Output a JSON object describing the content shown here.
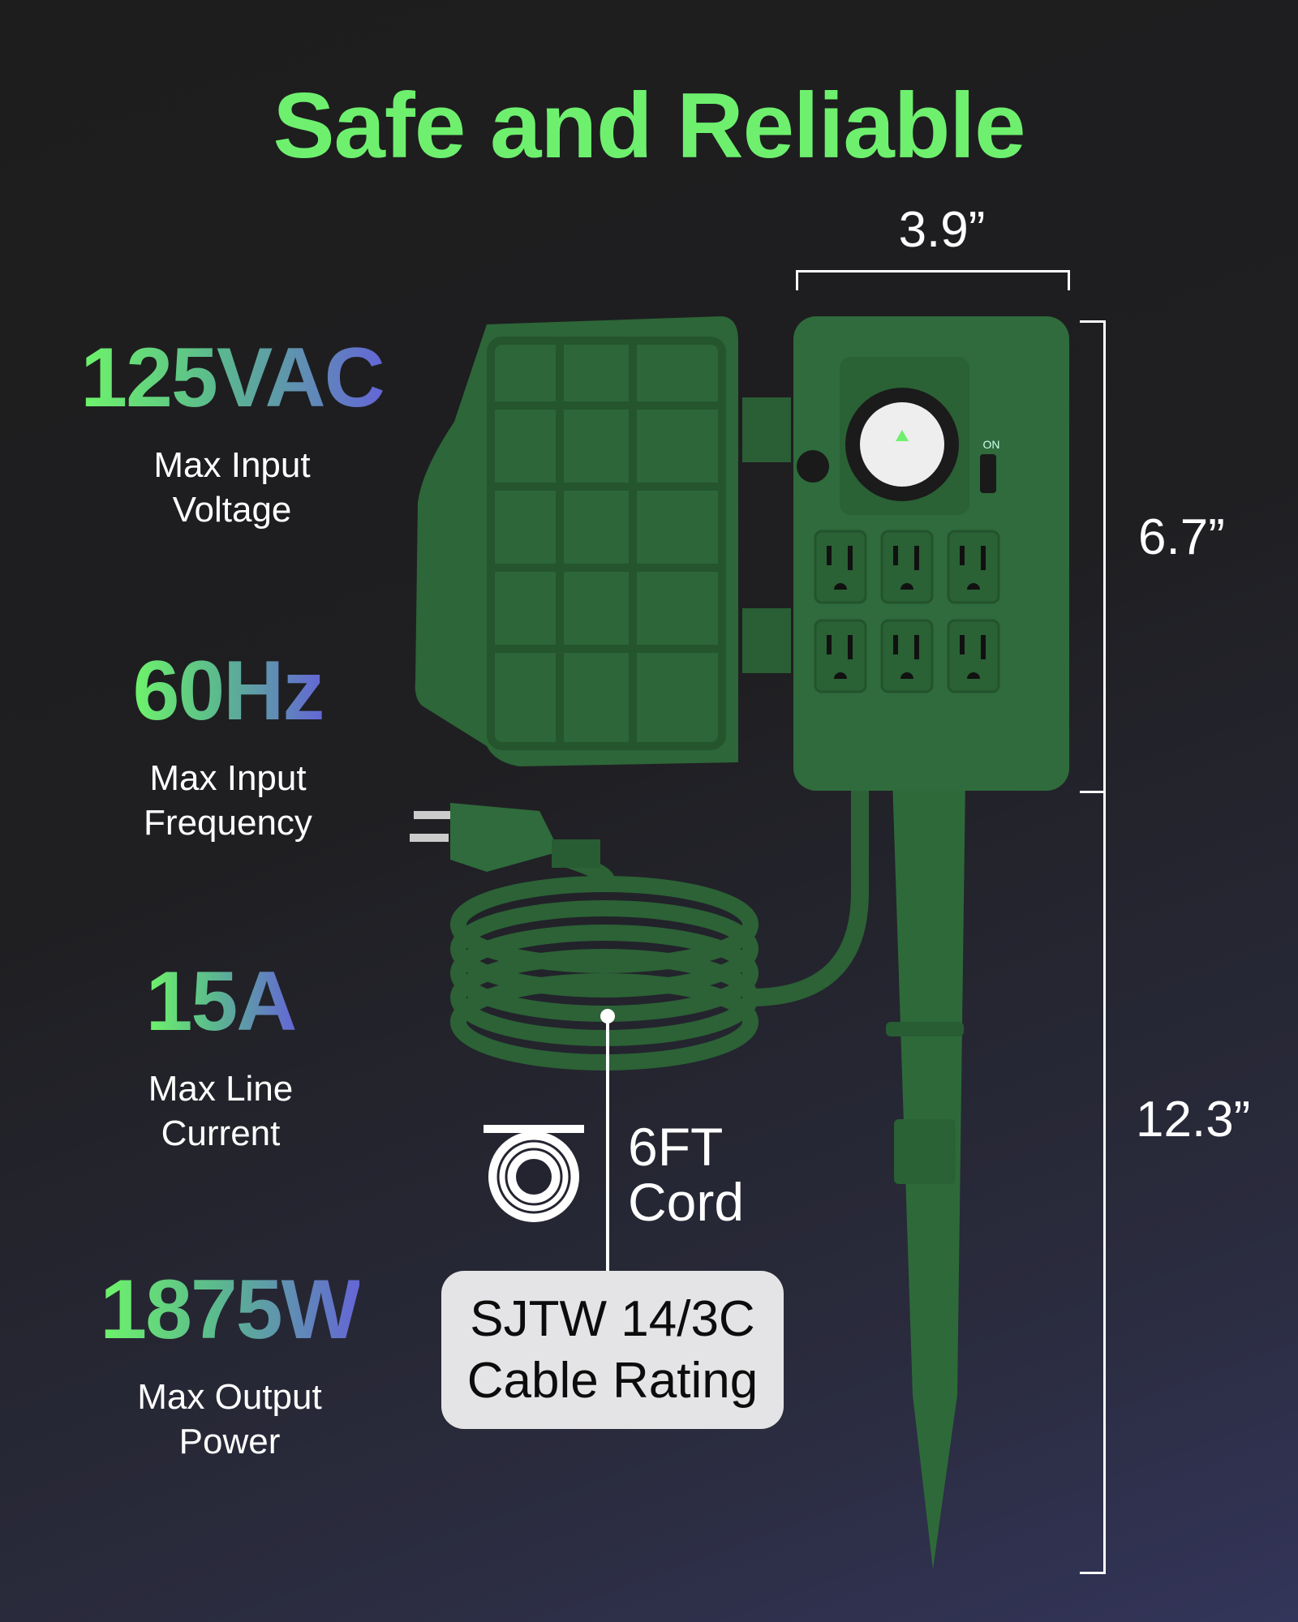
{
  "title": "Safe and Reliable",
  "specs": [
    {
      "value": "125VAC",
      "label_line1": "Max Input",
      "label_line2": "Voltage"
    },
    {
      "value": "60Hz",
      "label_line1": "Max Input",
      "label_line2": "Frequency"
    },
    {
      "value": "15A",
      "label_line1": "Max Line",
      "label_line2": "Current"
    },
    {
      "value": "1875W",
      "label_line1": "Max Output",
      "label_line2": "Power"
    }
  ],
  "dimensions": {
    "width": "3.9”",
    "box_height": "6.7”",
    "stake_height": "12.3”"
  },
  "cord": {
    "length": "6FT",
    "label": "Cord",
    "icon": "cord-coil-icon"
  },
  "cable_rating": {
    "line1": "SJTW 14/3C",
    "line2": "Cable Rating"
  },
  "product": {
    "switch_label": "ON"
  },
  "colors": {
    "accent_green": "#6ef06e",
    "gradient_blue": "#6466d6",
    "product_green": "#2f6b3c"
  }
}
